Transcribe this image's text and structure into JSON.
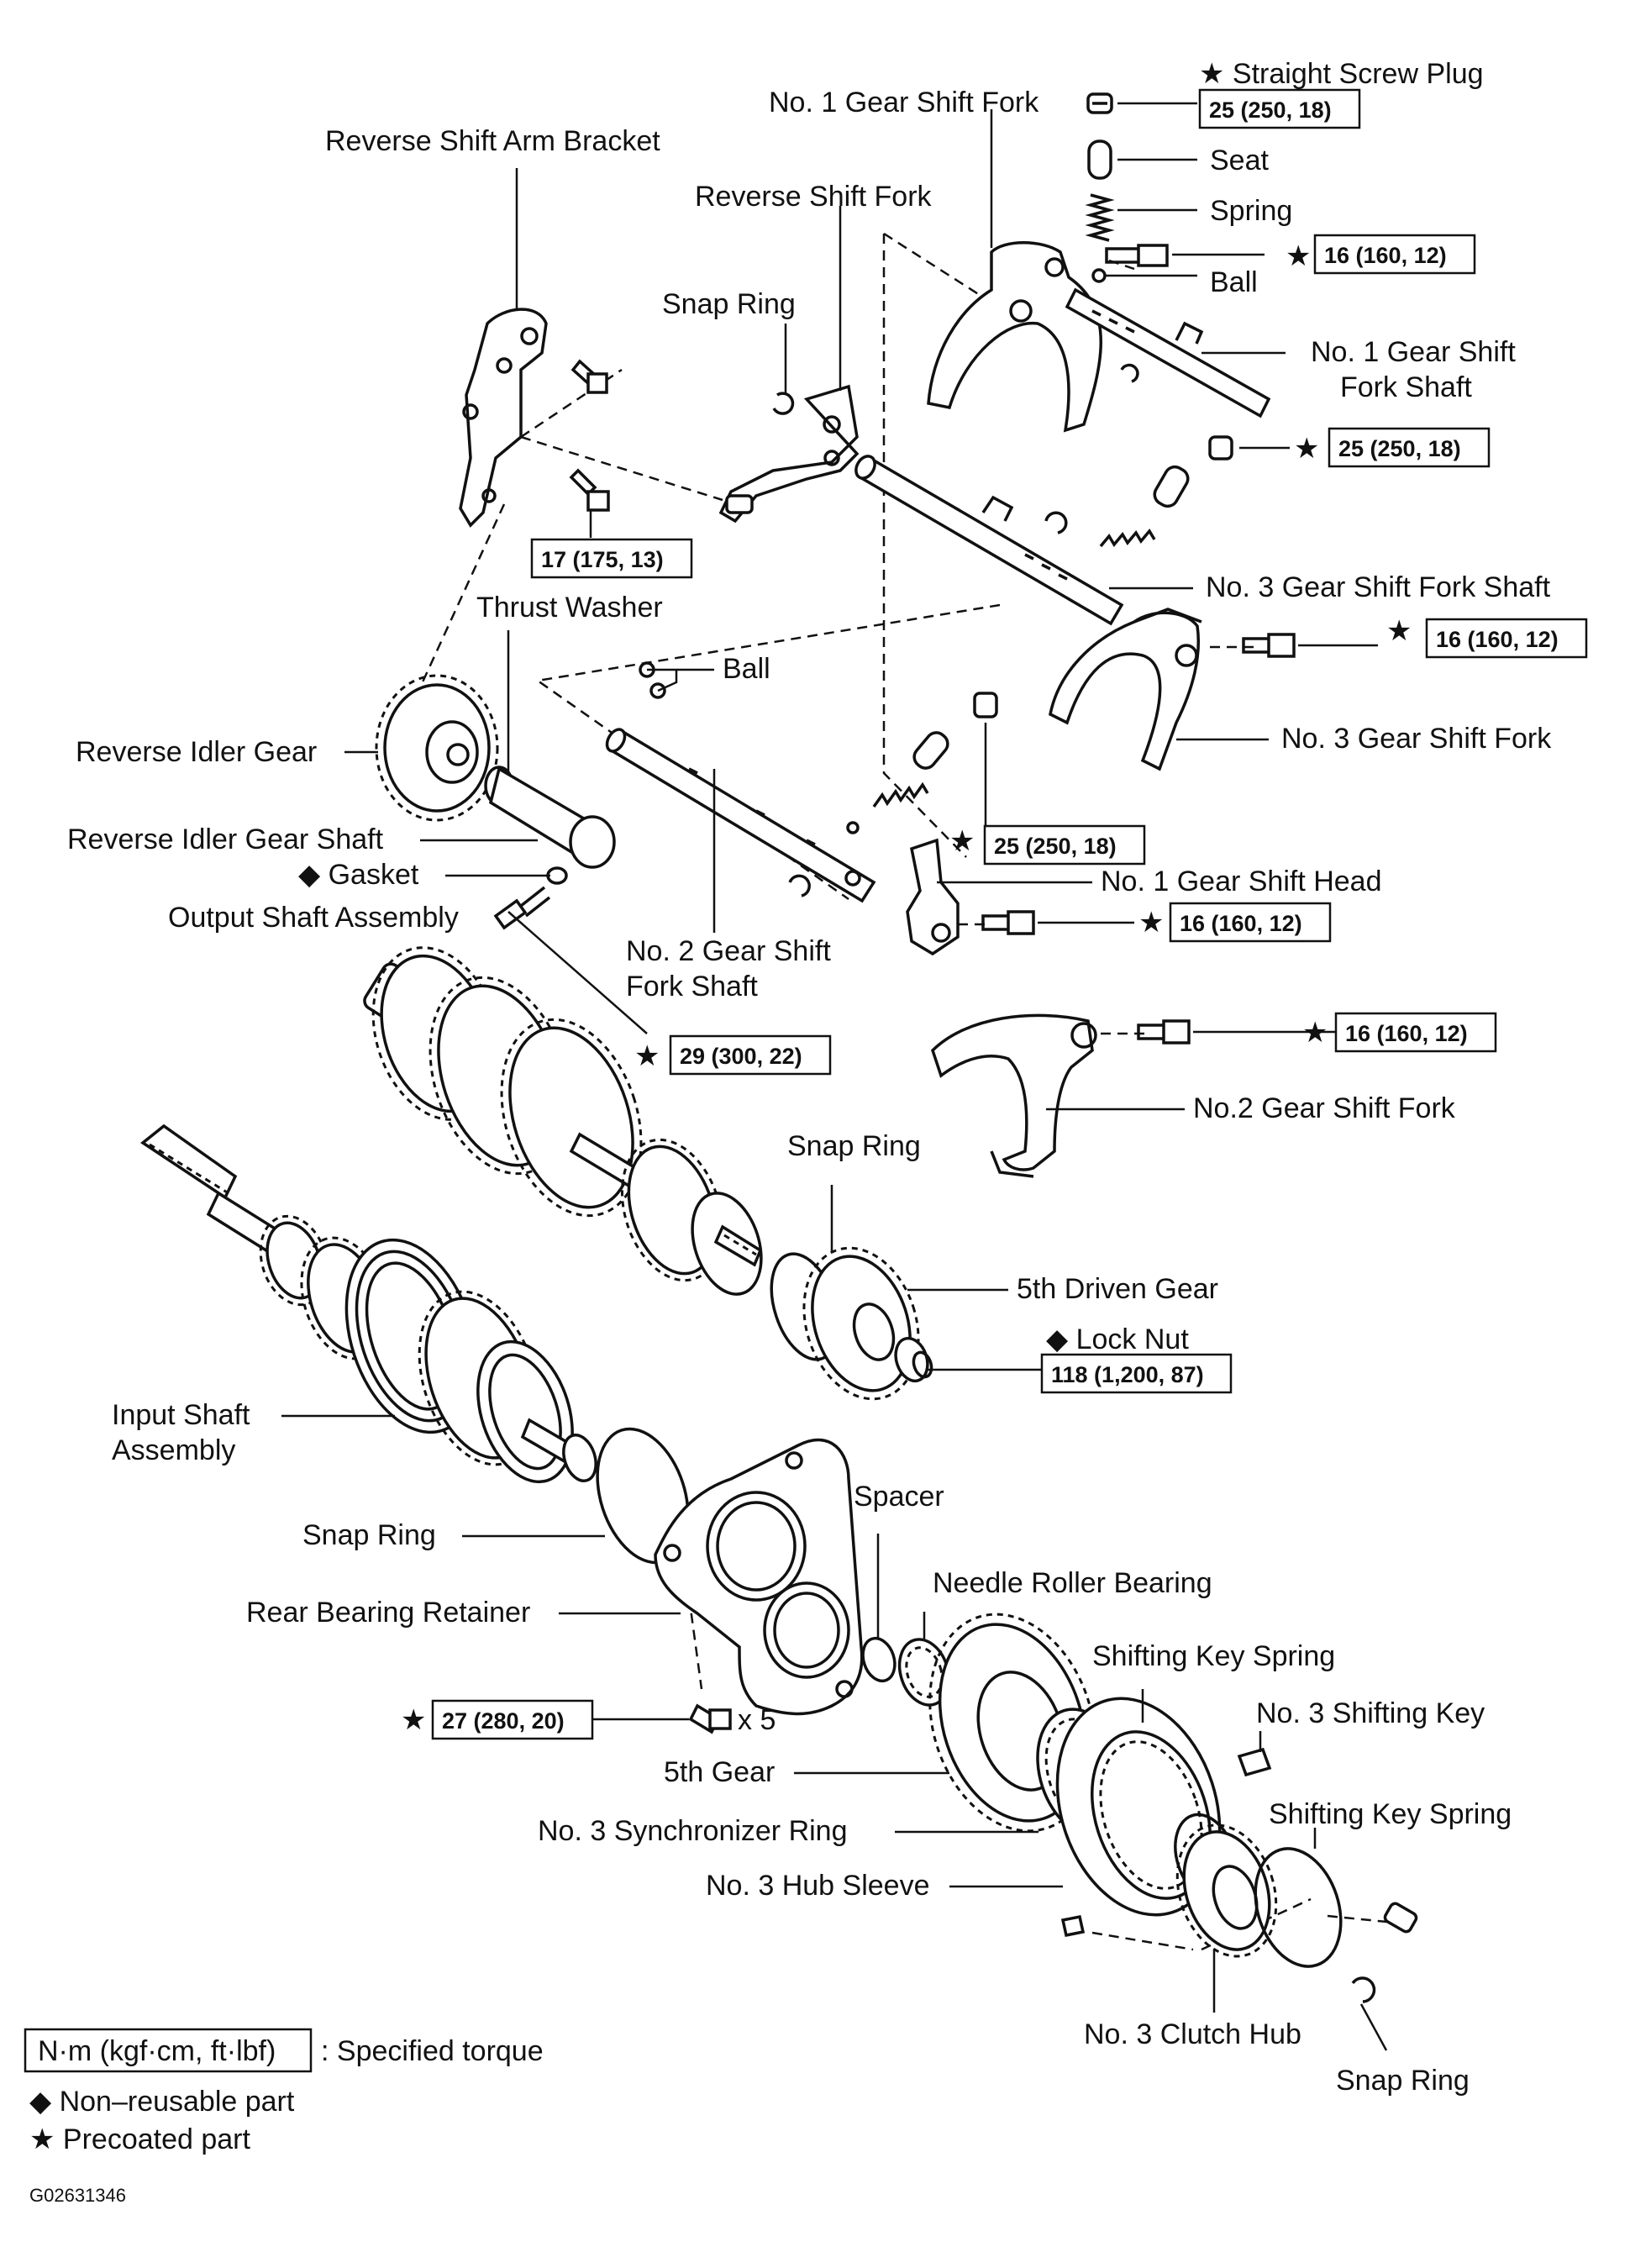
{
  "labels": {
    "straight_screw_plug": "★ Straight Screw Plug",
    "no1_gear_shift_fork": "No. 1 Gear Shift Fork",
    "reverse_shift_arm_bracket": "Reverse Shift Arm Bracket",
    "seat": "Seat",
    "reverse_shift_fork": "Reverse Shift Fork",
    "spring": "Spring",
    "ball_top": "Ball",
    "snap_ring_top": "Snap Ring",
    "no1_gear_shift_fork_shaft_1": "No. 1 Gear Shift",
    "no1_gear_shift_fork_shaft_2": "Fork Shaft",
    "no3_gear_shift_fork_shaft": "No. 3 Gear Shift Fork Shaft",
    "thrust_washer": "Thrust Washer",
    "ball_mid": "Ball",
    "reverse_idler_gear": "Reverse Idler Gear",
    "no3_gear_shift_fork": "No. 3 Gear Shift Fork",
    "reverse_idler_gear_shaft": "Reverse Idler Gear Shaft",
    "gasket": "◆ Gasket",
    "no1_gear_shift_head": "No. 1 Gear Shift Head",
    "output_shaft_assembly": "Output Shaft Assembly",
    "no2_gear_shift_fork_shaft_1": "No. 2 Gear Shift",
    "no2_gear_shift_fork_shaft_2": "Fork Shaft",
    "no2_gear_shift_fork": "No.2 Gear Shift Fork",
    "snap_ring_mid": "Snap Ring",
    "fifth_driven_gear": "5th Driven Gear",
    "lock_nut": "◆ Lock Nut",
    "input_shaft_assembly_1": "Input Shaft",
    "input_shaft_assembly_2": "Assembly",
    "spacer": "Spacer",
    "snap_ring_left": "Snap Ring",
    "needle_roller_bearing": "Needle Roller Bearing",
    "rear_bearing_retainer": "Rear Bearing Retainer",
    "shifting_key_spring_1": "Shifting Key Spring",
    "no3_shifting_key": "No. 3 Shifting Key",
    "times_five": "x 5",
    "fifth_gear": "5th Gear",
    "shifting_key_spring_2": "Shifting Key Spring",
    "no3_synchronizer_ring": "No. 3 Synchronizer Ring",
    "no3_hub_sleeve": "No. 3 Hub Sleeve",
    "no3_clutch_hub": "No. 3 Clutch Hub",
    "snap_ring_bottom": "Snap Ring"
  },
  "torques": {
    "plug_top": "25 (250, 18)",
    "bolt_no1_fork": "16 (160, 12)",
    "plug_mid": "25 (250, 18)",
    "bracket_bolt": "17 (175, 13)",
    "bolt_no3_fork": "16 (160, 12)",
    "plug_lower": "25 (250, 18)",
    "bolt_shift_head": "16 (160, 12)",
    "bolt_no2_fork": "16 (160, 12)",
    "output_bolt": "29 (300, 22)",
    "lock_nut": "118 (1,200, 87)",
    "retainer_bolt": "27 (280, 20)"
  },
  "markers": {
    "star": "★"
  },
  "legend": {
    "torque_unit": "N·m (kgf·cm, ft·lbf)",
    "torque_desc": ": Specified torque",
    "non_reusable": "◆ Non–reusable part",
    "precoated": "★ Precoated part"
  },
  "figure_code": "G02631346"
}
